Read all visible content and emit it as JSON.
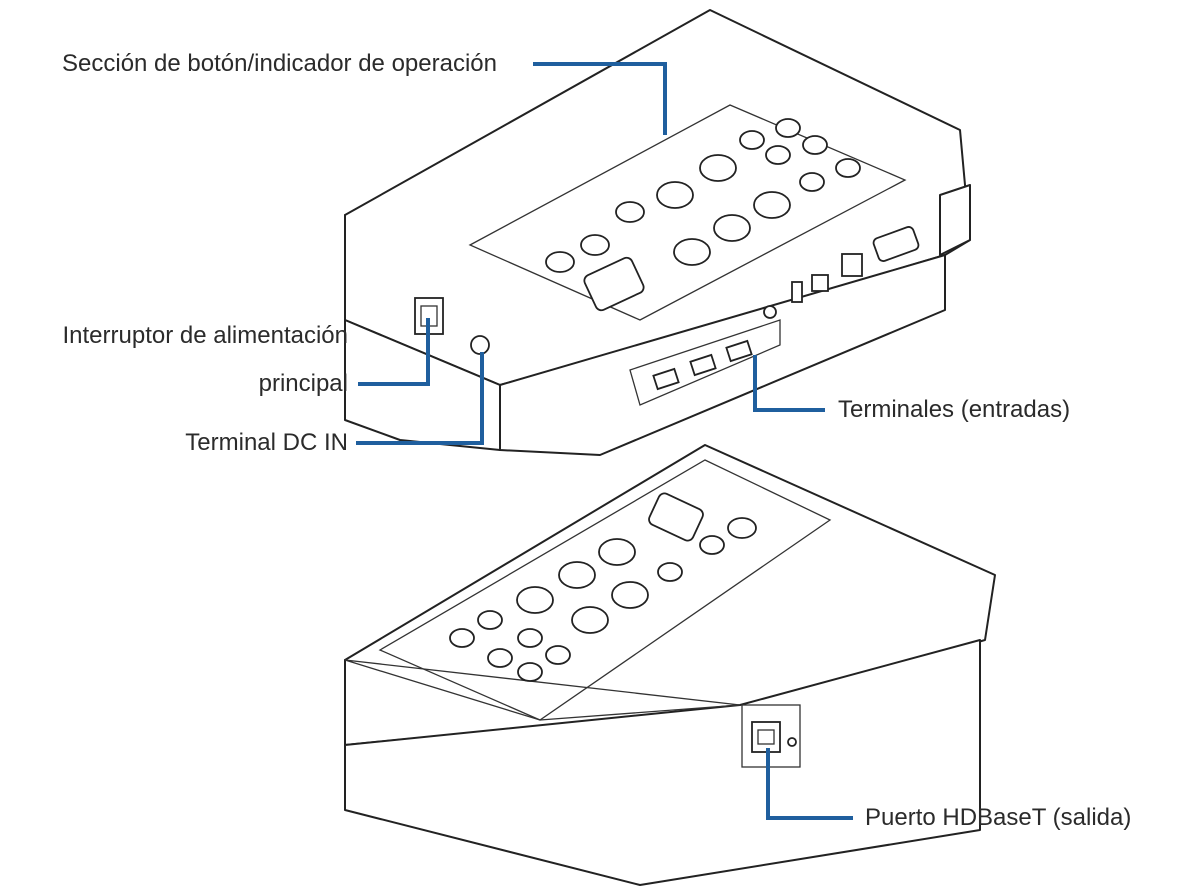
{
  "accent_color": "#1f5f9e",
  "labels": {
    "operation_section": "Sección de botón/indicador de operación",
    "main_power_line1": "Interruptor de alimentación",
    "main_power_line2": "principal",
    "dc_in": "Terminal DC IN",
    "inputs": "Terminales (entradas)",
    "hdbaset": "Puerto HDBaseT (salida)"
  }
}
